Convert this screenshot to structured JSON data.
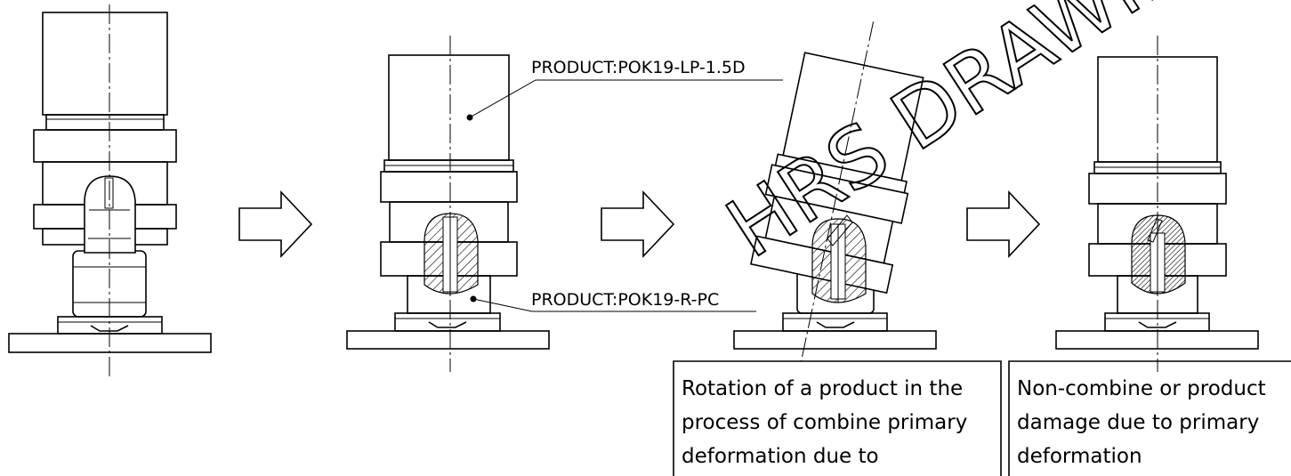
{
  "labels": {
    "plug_product": "PRODUCT:POK19-LP-1.5D",
    "receptacle_product": "PRODUCT:POK19-R-PC"
  },
  "notes": {
    "rotation": [
      "Rotation of a product in the",
      "process of combine primary",
      "deformation due to"
    ],
    "damage": [
      "Non-combine or product",
      "damage due to primary",
      "deformation"
    ]
  },
  "watermark": "HRS DRAWING",
  "colors": {
    "line": "#000000",
    "background": "#ffffff"
  }
}
